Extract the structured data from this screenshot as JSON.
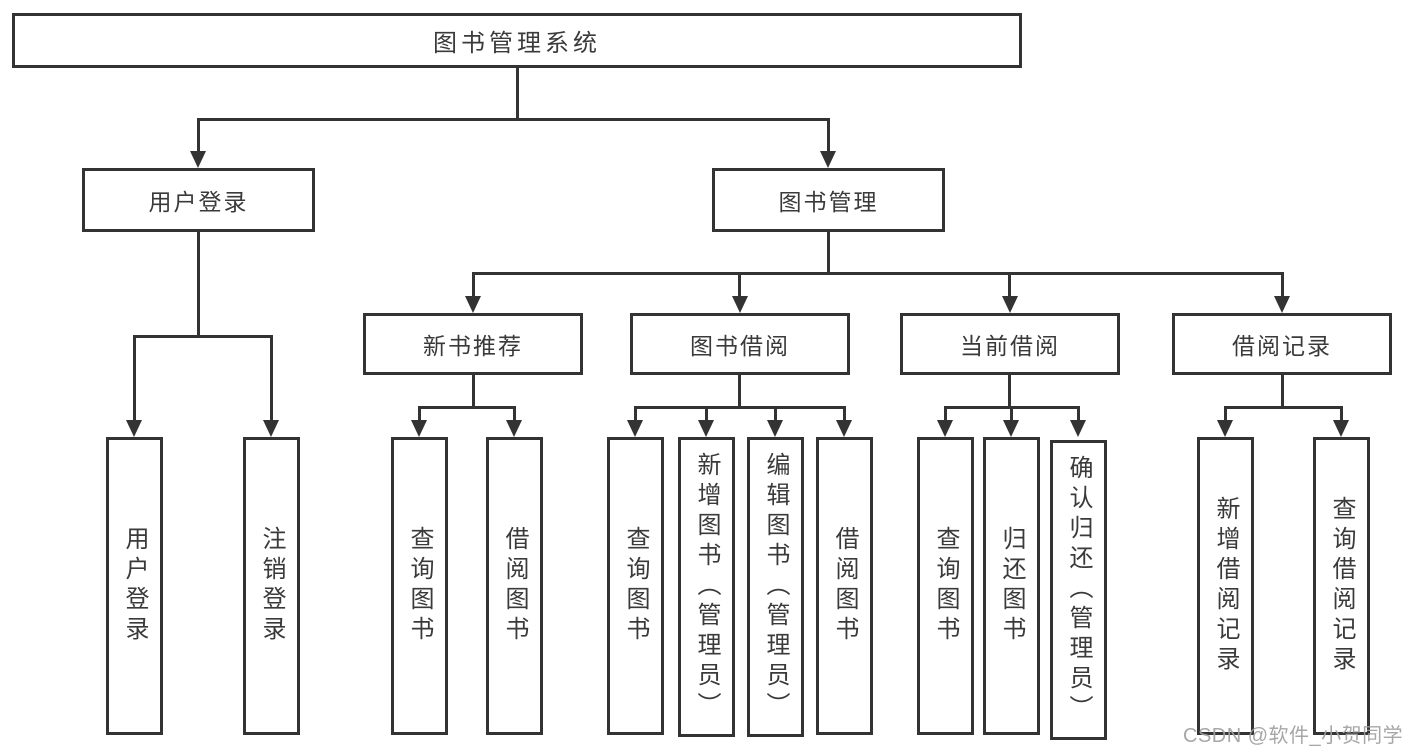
{
  "nodes": {
    "root": "图书管理系统",
    "level2": [
      "用户登录",
      "图书管理"
    ],
    "level3": [
      "新书推荐",
      "图书借阅",
      "当前借阅",
      "借阅记录"
    ],
    "leaves": {
      "user_login": [
        "用户登录",
        "注销登录"
      ],
      "new_book": [
        "查询图书",
        "借阅图书"
      ],
      "book_borrow": [
        "查询图书",
        "新增图书（管理员）",
        "编辑图书（管理员）",
        "借阅图书"
      ],
      "current_borrow": [
        "查询图书",
        "归还图书",
        "确认归还（管理员）"
      ],
      "borrow_records": [
        "新增借阅记录",
        "查询借阅记录"
      ]
    }
  },
  "watermark": "CSDN @软件_小贺同学",
  "colors": {
    "line": "#333333",
    "text": "#3a3a3a",
    "background": "#ffffff",
    "watermark": "#a0a0a0"
  }
}
